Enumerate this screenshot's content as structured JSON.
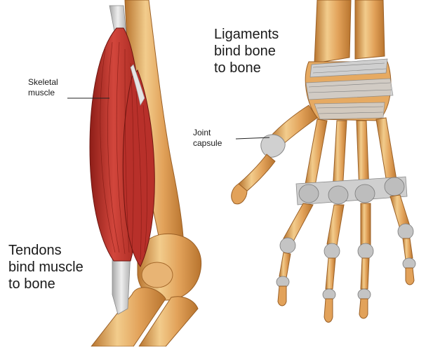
{
  "labels": {
    "skeletal_muscle": "Skeletal\nmuscle",
    "tendons": "Tendons\nbind muscle\nto bone",
    "ligaments": "Ligaments\nbind bone\nto bone",
    "joint_capsule": "Joint\ncapsule"
  },
  "colors": {
    "bone": "#e2a25a",
    "bone_light": "#f2cc8c",
    "bone_dark": "#b8742e",
    "muscle": "#c8342c",
    "muscle_dark": "#8e1e18",
    "tendon": "#d9d9d9",
    "ligament": "#c7c7c7",
    "leader_line": "#222222"
  }
}
